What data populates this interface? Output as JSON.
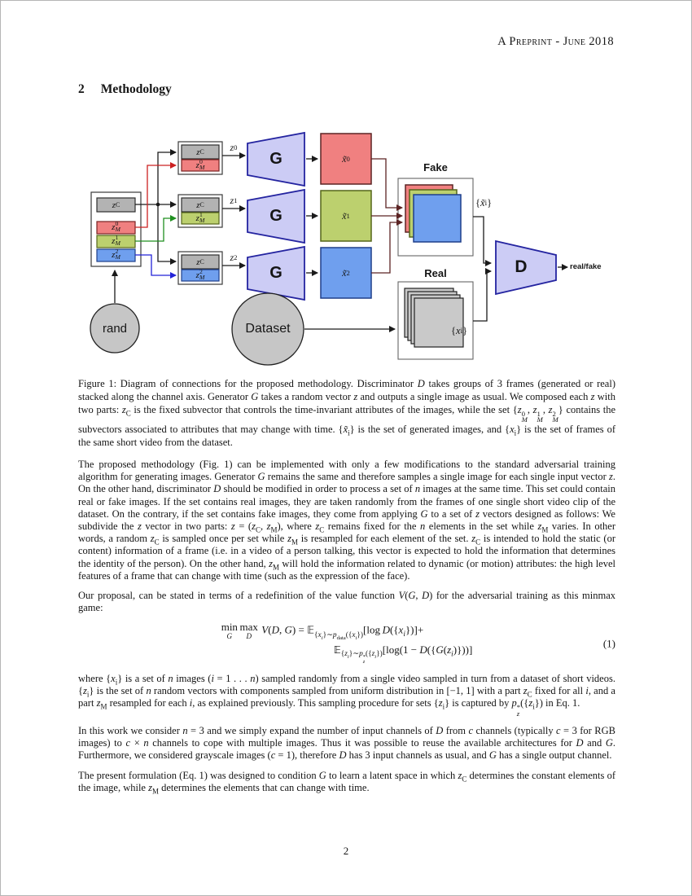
{
  "header": {
    "text": "A Preprint - June 2018"
  },
  "section": {
    "number": "2",
    "title": "Methodology"
  },
  "figure": {
    "colors": {
      "red": "#f08080",
      "green": "#bcd06e",
      "blue": "#6f9fee",
      "gray_bar": "#b3b3b3",
      "gray_circle": "#c6c6c6",
      "gray_frame": "#c9c9c9",
      "lavender": "#ccccf5"
    },
    "labels": {
      "zc": "<i>z</i><sub>C</sub>",
      "zm0": "<i>z</i><span class='ss'><span>0</span><span><i>M</i></span></span>",
      "zm1": "<i>z</i><span class='ss'><span>1</span><span><i>M</i></span></span>",
      "zm2": "<i>z</i><span class='ss'><span>2</span><span><i>M</i></span></span>",
      "z0": "<i>z</i><sub>0</sub>",
      "z1": "<i>z</i><sub>1</sub>",
      "z2": "<i>z</i><sub>2</sub>",
      "g": "G",
      "d": "D",
      "x0": "<i>x̃</i><sub>0</sub>",
      "x1": "<i>x̃</i><sub>1</sub>",
      "x2": "<i>x̃</i><sub>2</sub>",
      "fake": "Fake",
      "real": "Real",
      "set_fake": "{<i>x̃</i><sub>i</sub>}",
      "set_real": "{<i>x</i><sub>i</sub>}",
      "rand": "rand",
      "dataset": "Dataset",
      "realfake": "real/fake"
    },
    "caption": "Figure 1: Diagram of connections for the proposed methodology. Discriminator <i>D</i> takes groups of 3 frames (generated or real) stacked along the channel axis. Generator <i>G</i> takes a random vector <i>z</i> and outputs a single image as usual. We composed each <i>z</i> with two parts: <i>z</i><sub>C</sub> is the fixed subvector that controls the time-invariant attributes of the images, while the set {<i>z</i><span class='ss'><span>0</span><span><i>M</i></span></span>, <i>z</i><span class='ss'><span>1</span><span><i>M</i></span></span>, <i>z</i><span class='ss'><span>2</span><span><i>M</i></span></span>} contains the subvectors associated to attributes that may change with time. {<i>x̃</i><sub>i</sub>} is the set of generated images, and {<i>x</i><sub>i</sub>} is the set of frames of the same short video from the dataset."
  },
  "body": {
    "p1": "The proposed methodology (Fig. 1) can be implemented with only a few modifications to the standard adversarial training algorithm for generating images. Generator <i>G</i> remains the same and therefore samples a single image for each single input vector <i>z</i>. On the other hand, discriminator <i>D</i> should be modified in order to process a set of <i>n</i> images at the same time. This set could contain real or fake images. If the set contains real images, they are taken randomly from the frames of one single short video clip of the dataset. On the contrary, if the set contains fake images, they come from applying <i>G</i> to a set of <i>z</i> vectors designed as follows: We subdivide the <i>z</i> vector in two parts: <i>z</i> = (<i>z</i><sub>C</sub>, <i>z</i><sub>M</sub>), where <i>z</i><sub>C</sub> remains fixed for the <i>n</i> elements in the set while <i>z</i><sub>M</sub> varies. In other words, a random <i>z</i><sub>C</sub> is sampled once per set while <i>z</i><sub>M</sub> is resampled for each element of the set. <i>z</i><sub>C</sub> is intended to hold the static (or content) information of a frame (i.e. in a video of a person talking, this vector is expected to hold the information that determines the identity of the person). On the other hand, <i>z</i><sub>M</sub> will hold the information related to dynamic (or motion) attributes: the high level features of a frame that can change with time (such as the expression of the face).",
    "p2": "Our proposal, can be stated in terms of a redefinition of the value function <i>V</i>(<i>G</i>, <i>D</i>) for the adversarial training as this minmax game:",
    "equation": {
      "line1": "<span class='mop'>min<span class='lim'>G</span></span>&#8201;<span class='mop'>max<span class='lim'>D</span></span>&#8202; <i>V</i>(<i>D</i>, <i>G</i>) = <span class='bb'>𝔼</span><sub>{<i>x</i><sub><i>i</i></sub>}∼<i>p</i><sub>data</sub>({<i>x</i><sub><i>i</i></sub>})</sub>[log&#8201;<i>D</i>({<i>x</i><sub><i>i</i></sub>})]+",
      "line2": "<span class='bb'>𝔼</span><sub>{<i>z</i><sub><i>i</i></sub>}∼<i>p</i><span class='ss'><span>*</span><span><i>z</i></span></span>({<i>z</i><sub><i>i</i></sub>})</sub>[log(1 − <i>D</i>({<i>G</i>(<i>z</i><sub><i>i</i></sub>)}))]",
      "number": "(1)"
    },
    "p3": "where {<i>x</i><sub>i</sub>} is a set of <i>n</i> images (<i>i</i> = 1 . . . <i>n</i>) sampled randomly from a single video sampled in turn from a dataset of short videos. {<i>z</i><sub>i</sub>} is the set of <i>n</i> random vectors with components sampled from uniform distribution in [−1, 1] with a part <i>z</i><sub>C</sub> fixed for all <i>i</i>, and a part <i>z</i><sub>M</sub> resampled for each <i>i</i>, as explained previously. This sampling procedure for sets {<i>z</i><sub>i</sub>} is captured by <i>p</i><span class='ss'><span>*</span><span><i>z</i></span></span>({<i>z</i><sub>i</sub>}) in Eq. 1.",
    "p4": "In this work we consider <i>n</i> = 3 and we simply expand the number of input channels of <i>D</i> from <i>c</i> channels (typically <i>c</i> = 3 for RGB images) to <i>c</i> × <i>n</i> channels to cope with multiple images. Thus it was possible to reuse the available architectures for <i>D</i> and <i>G</i>. Furthermore, we considered grayscale images (<i>c</i> = 1), therefore <i>D</i> has 3 input channels as usual, and <i>G</i> has a single output channel.",
    "p5": "The present formulation (Eq. 1) was designed to condition <i>G</i> to learn a latent space in which <i>z</i><sub>C</sub> determines the constant elements of the image, while <i>z</i><sub>M</sub> determines the elements that can change with time."
  },
  "footer": {
    "page_number": "2"
  }
}
